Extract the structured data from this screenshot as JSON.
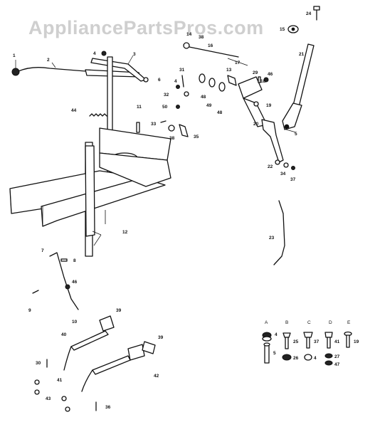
{
  "watermark": "AppliancePartsPros.com",
  "callouts": [
    {
      "id": "c1",
      "label": "1"
    },
    {
      "id": "c2",
      "label": "2"
    },
    {
      "id": "c3",
      "label": "3"
    },
    {
      "id": "c4a",
      "label": "4"
    },
    {
      "id": "c6",
      "label": "6"
    },
    {
      "id": "c44",
      "label": "44"
    },
    {
      "id": "c11",
      "label": "11"
    },
    {
      "id": "c12",
      "label": "12"
    },
    {
      "id": "c7",
      "label": "7"
    },
    {
      "id": "c8",
      "label": "8"
    },
    {
      "id": "c46a",
      "label": "46"
    },
    {
      "id": "c9",
      "label": "9"
    },
    {
      "id": "c10",
      "label": "10"
    },
    {
      "id": "c39a",
      "label": "39"
    },
    {
      "id": "c40",
      "label": "40"
    },
    {
      "id": "c30",
      "label": "30"
    },
    {
      "id": "c41",
      "label": "41"
    },
    {
      "id": "c43",
      "label": "43"
    },
    {
      "id": "c39b",
      "label": "39"
    },
    {
      "id": "c42",
      "label": "42"
    },
    {
      "id": "c36",
      "label": "36"
    },
    {
      "id": "c14",
      "label": "14"
    },
    {
      "id": "c38",
      "label": "38"
    },
    {
      "id": "c16",
      "label": "16"
    },
    {
      "id": "c17",
      "label": "17"
    },
    {
      "id": "c24",
      "label": "24"
    },
    {
      "id": "c15",
      "label": "15"
    },
    {
      "id": "c21",
      "label": "21"
    },
    {
      "id": "c31",
      "label": "31"
    },
    {
      "id": "c4b",
      "label": "4"
    },
    {
      "id": "c32",
      "label": "32"
    },
    {
      "id": "c48a",
      "label": "48"
    },
    {
      "id": "c49",
      "label": "49"
    },
    {
      "id": "c48b",
      "label": "48"
    },
    {
      "id": "c13",
      "label": "13"
    },
    {
      "id": "c29",
      "label": "29"
    },
    {
      "id": "c18",
      "label": "18"
    },
    {
      "id": "c46b",
      "label": "46"
    },
    {
      "id": "c19",
      "label": "19"
    },
    {
      "id": "c50",
      "label": "50"
    },
    {
      "id": "c33",
      "label": "33"
    },
    {
      "id": "c38b",
      "label": "38"
    },
    {
      "id": "c35",
      "label": "35"
    },
    {
      "id": "c20",
      "label": "20"
    },
    {
      "id": "c5",
      "label": "5"
    },
    {
      "id": "c34",
      "label": "34"
    },
    {
      "id": "c37",
      "label": "37"
    },
    {
      "id": "c22",
      "label": "22"
    },
    {
      "id": "c23",
      "label": "23"
    }
  ],
  "hardware_table": {
    "headers": [
      "A",
      "B",
      "C",
      "D",
      "E"
    ],
    "labels": [
      {
        "id": "h4",
        "label": "4"
      },
      {
        "id": "h25",
        "label": "25"
      },
      {
        "id": "h37",
        "label": "37"
      },
      {
        "id": "h41",
        "label": "41"
      },
      {
        "id": "h19",
        "label": "19"
      },
      {
        "id": "h5",
        "label": "5"
      },
      {
        "id": "h26",
        "label": "26"
      },
      {
        "id": "h4b",
        "label": "4"
      },
      {
        "id": "h27",
        "label": "27"
      },
      {
        "id": "h47",
        "label": "47"
      }
    ]
  }
}
